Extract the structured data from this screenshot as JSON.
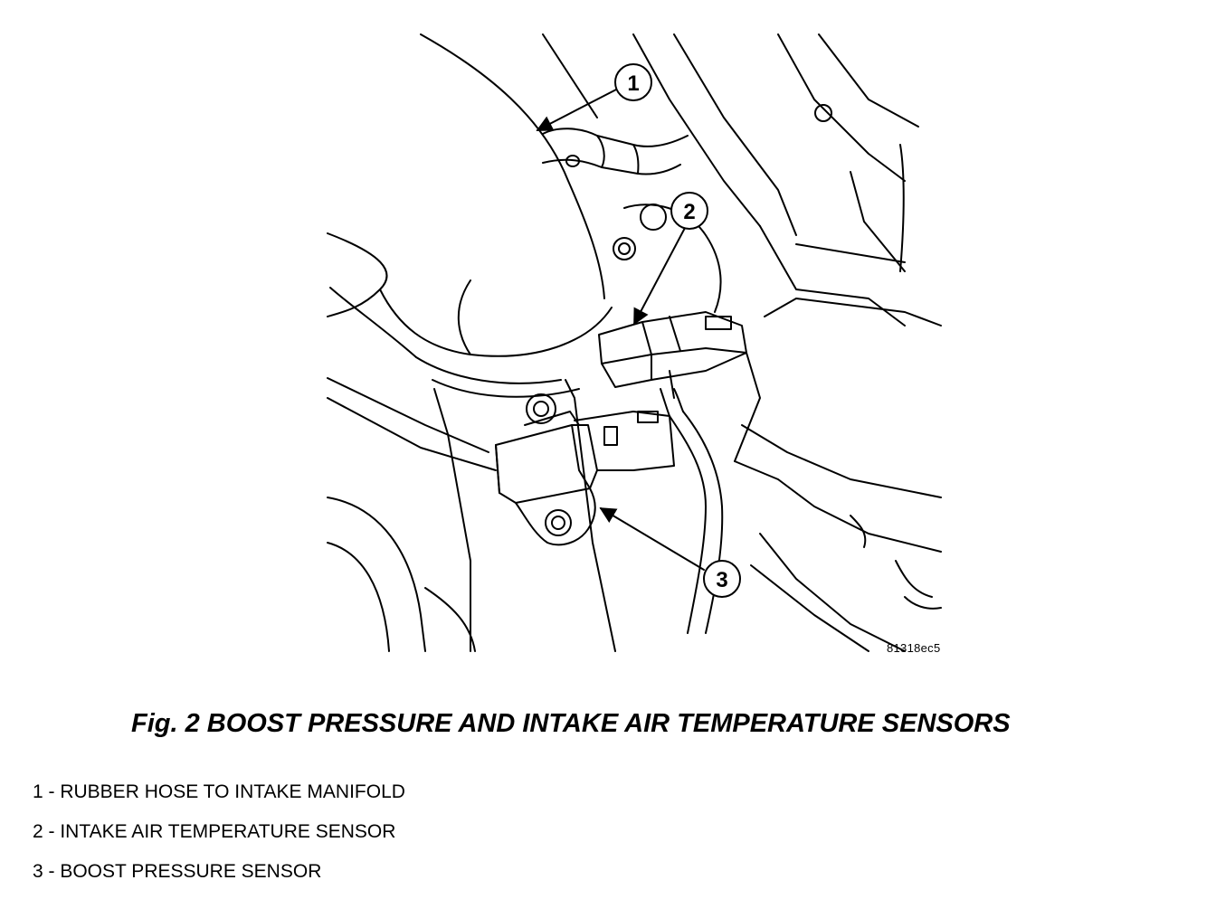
{
  "figure": {
    "id": "81318ec5",
    "title": "Fig. 2 BOOST PRESSURE AND INTAKE AIR TEMPERATURE SENSORS"
  },
  "callouts": [
    {
      "number": "1"
    },
    {
      "number": "2"
    },
    {
      "number": "3"
    }
  ],
  "legend": [
    {
      "text": "1 - RUBBER HOSE TO INTAKE MANIFOLD"
    },
    {
      "text": "2 - INTAKE AIR TEMPERATURE SENSOR"
    },
    {
      "text": "3 - BOOST PRESSURE SENSOR"
    }
  ],
  "colors": {
    "line": "#000000",
    "background": "#ffffff"
  }
}
